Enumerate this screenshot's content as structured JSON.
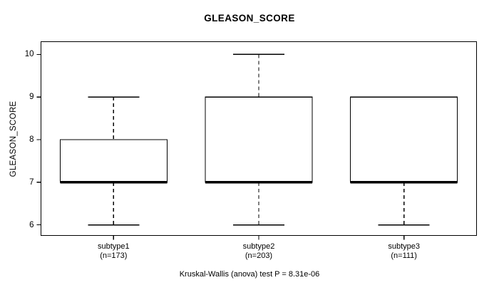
{
  "chart_data": {
    "type": "box",
    "title": "GLEASON_SCORE",
    "xlabel": "",
    "ylabel": "GLEASON_SCORE",
    "ylim": [
      5.75,
      10.3
    ],
    "yticks": [
      6,
      7,
      8,
      9,
      10
    ],
    "ytick_labels": [
      "6",
      "7",
      "8",
      "9",
      "10"
    ],
    "grid": false,
    "legend": "none",
    "caption": "Kruskal-Wallis (anova) test P = 8.31e-06",
    "annotations": {
      "test_name": "Kruskal-Wallis (anova) test",
      "p_value": "8.31e-06"
    },
    "categories": [
      "subtype1",
      "subtype2",
      "subtype3"
    ],
    "counts": [
      173,
      203,
      111
    ],
    "xtick_labels": [
      "subtype1",
      "subtype2",
      "subtype3"
    ],
    "xtick_sublabels": [
      "(n=173)",
      "(n=203)",
      "(n=111)"
    ],
    "boxes": [
      {
        "name": "subtype1",
        "n": 173,
        "lower_whisker": 6,
        "q1": 7,
        "median": 7,
        "q3": 8,
        "upper_whisker": 9,
        "outliers": []
      },
      {
        "name": "subtype2",
        "n": 203,
        "lower_whisker": 6,
        "q1": 7,
        "median": 7,
        "q3": 9,
        "upper_whisker": 10,
        "outliers": []
      },
      {
        "name": "subtype3",
        "n": 111,
        "lower_whisker": 6,
        "q1": 7,
        "median": 7,
        "q3": 9,
        "upper_whisker": 9,
        "outliers": []
      }
    ],
    "colors": {
      "box_fill": "#ffffff",
      "box_edge": "#000000",
      "median": "#000000",
      "whisker": "#000000",
      "axis": "#000000",
      "text": "#000000",
      "background": "#ffffff"
    }
  }
}
